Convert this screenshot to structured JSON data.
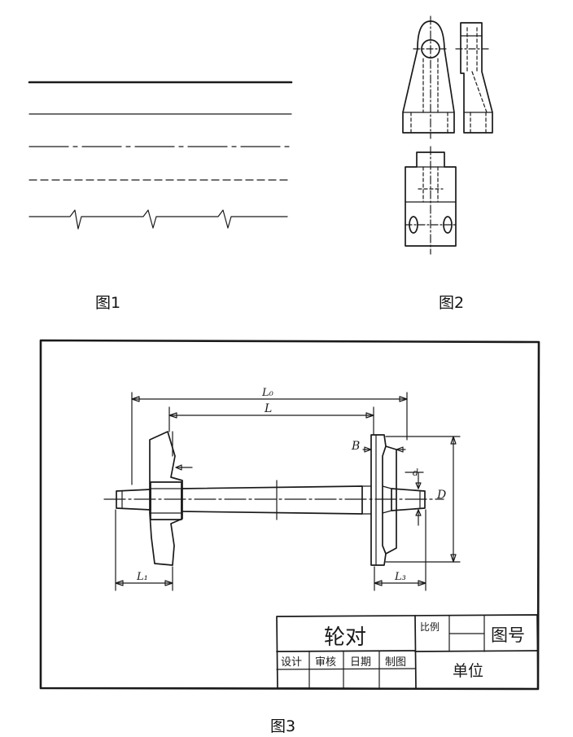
{
  "figure1": {
    "caption": "图1"
  },
  "figure2": {
    "caption": "图2"
  },
  "figure3": {
    "caption": "图3",
    "dimensions": {
      "overall_length": "L₀",
      "axle_length": "L",
      "left_end": "L₁",
      "right_end": "L₃",
      "flange": "B",
      "diameter": "D",
      "fillet": "d"
    },
    "title_block": {
      "name": "轮对",
      "scale_label": "比例",
      "drawing_no_label": "图号",
      "unit_label": "单位",
      "roles": [
        "设计",
        "审核",
        "日期",
        "制图"
      ]
    }
  }
}
